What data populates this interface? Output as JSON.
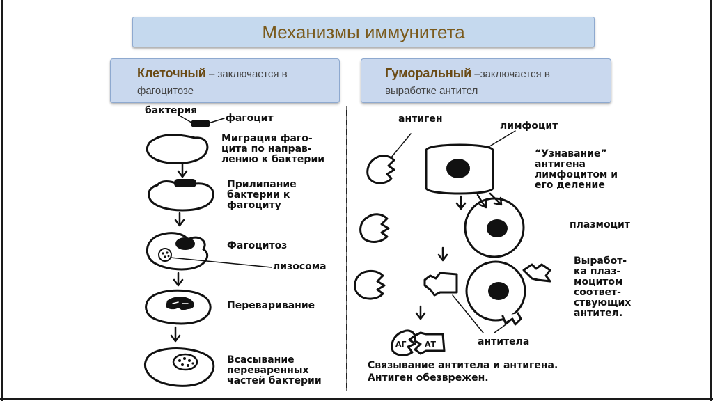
{
  "title": "Механизмы иммунитета",
  "cellular": {
    "name": "Клеточный",
    "desc_1": " – заключается в",
    "desc_2": "фагоцитозе",
    "labels": {
      "bacteria": "бактерия",
      "phagocyte": "фагоцит",
      "step1": "Миграция фаго-\nцита по направ-\nлению к бактерии",
      "step2": "Прилипание\nбактерии к\nфагоциту",
      "step3": "Фагоцитоз",
      "lysosome": "лизосома",
      "step4": "Переваривание",
      "step5": "Всасывание\nпереваренных\nчастей бактерии"
    }
  },
  "humoral": {
    "name": "Гуморальный",
    "desc_1": " –заключается в",
    "desc_2": "выработке антител",
    "labels": {
      "antigen": "антиген",
      "lymphocyte": "лимфоцит",
      "recognition": "“Узнавание”\nантигена\nлимфоцитом и\nего деление",
      "plasmocyte": "плазмоцит",
      "production": "Выработ-\nка плаз-\nмоцитом\nсоответ-\nствующих\nантител.",
      "antibodies": "антитела",
      "binding_1": "Связывание антитела и антигена.",
      "binding_2": "Антиген обезврежен.",
      "ag": "АГ",
      "at": "АТ"
    }
  },
  "colors": {
    "title_bg": "#c5d9ee",
    "title_text": "#7a5a1c",
    "box_bg": "#c9d8ee"
  }
}
